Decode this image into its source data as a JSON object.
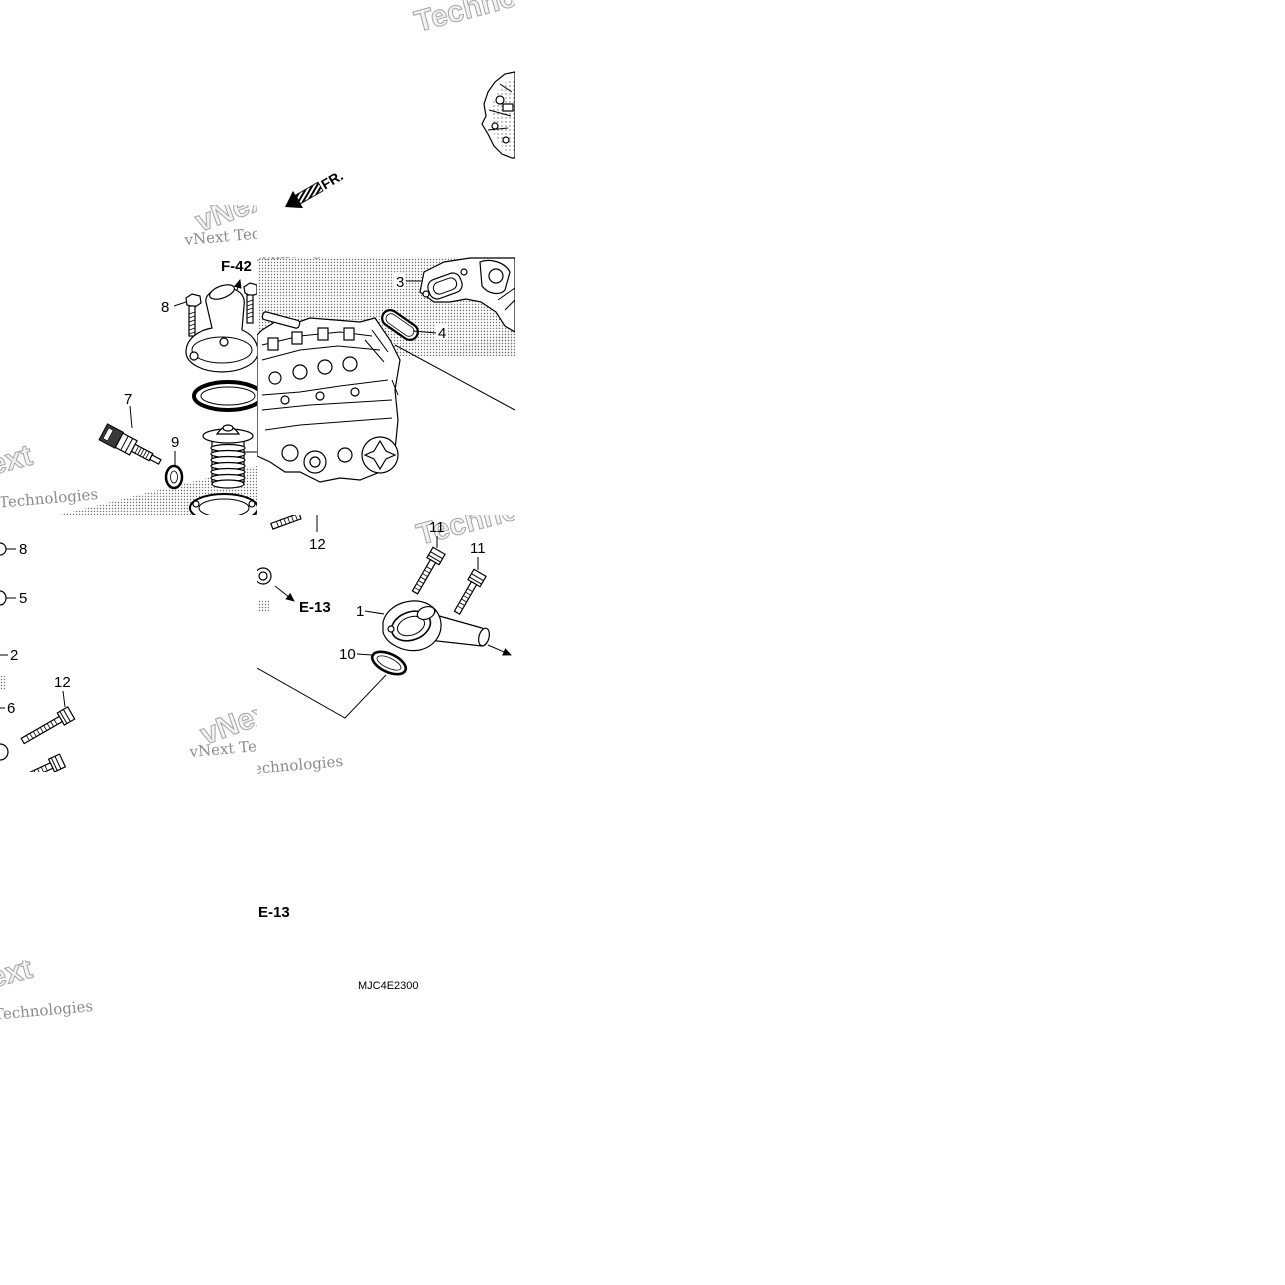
{
  "diagram": {
    "code": "MJC4E2300",
    "direction_label": "FR."
  },
  "refs": {
    "f_42": "F-42",
    "e_13_mid": "E-13",
    "e_13_bottom": "E-13"
  },
  "callouts": {
    "c8_upper": "8",
    "c7": "7",
    "c9": "9",
    "c3": "3",
    "c4": "4",
    "c12_upper": "12",
    "c11_a": "11",
    "c11_b": "11",
    "c1": "1",
    "c10": "10",
    "c8_lower": "8",
    "c5": "5",
    "c2": "2",
    "c12_lower": "12",
    "c6": "6"
  },
  "watermark": {
    "large_1": "vNext",
    "large_2": "Technologies",
    "small": "vNext Technologies"
  },
  "colors": {
    "line": "#000000",
    "watermark": "#8c8c8c",
    "stipple": "#6e6e6e"
  }
}
